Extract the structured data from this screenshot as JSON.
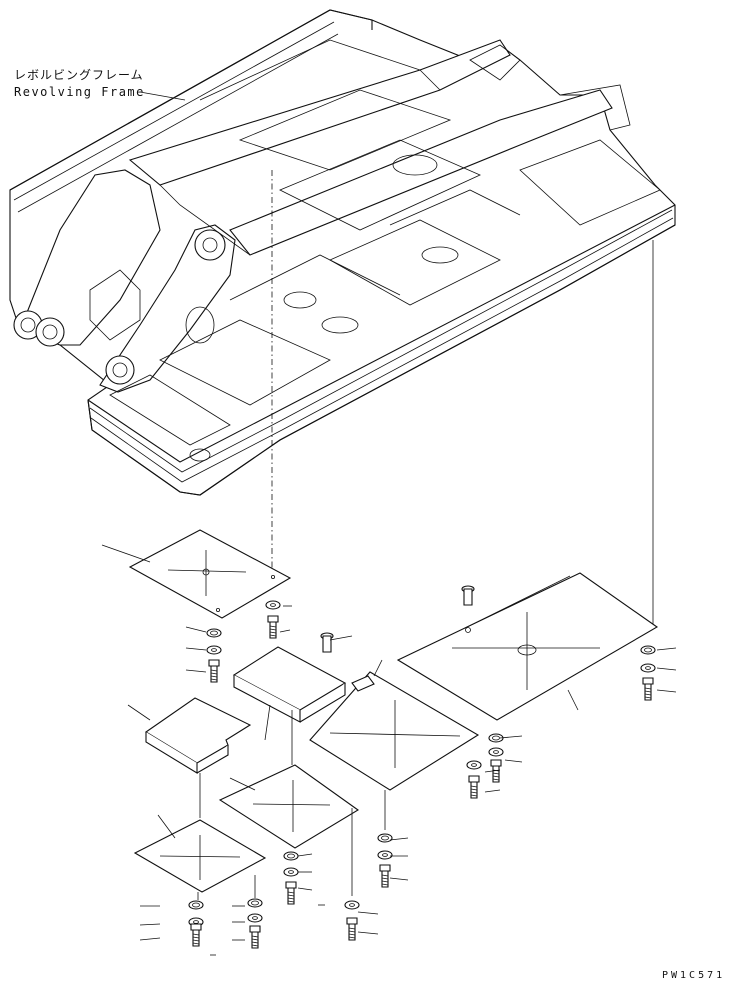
{
  "labels": {
    "part_name_jp": "レボルビングフレーム",
    "part_name_en": "Revolving Frame",
    "drawing_number": "PW1C571"
  },
  "colors": {
    "line": "#111111",
    "background": "#ffffff"
  }
}
